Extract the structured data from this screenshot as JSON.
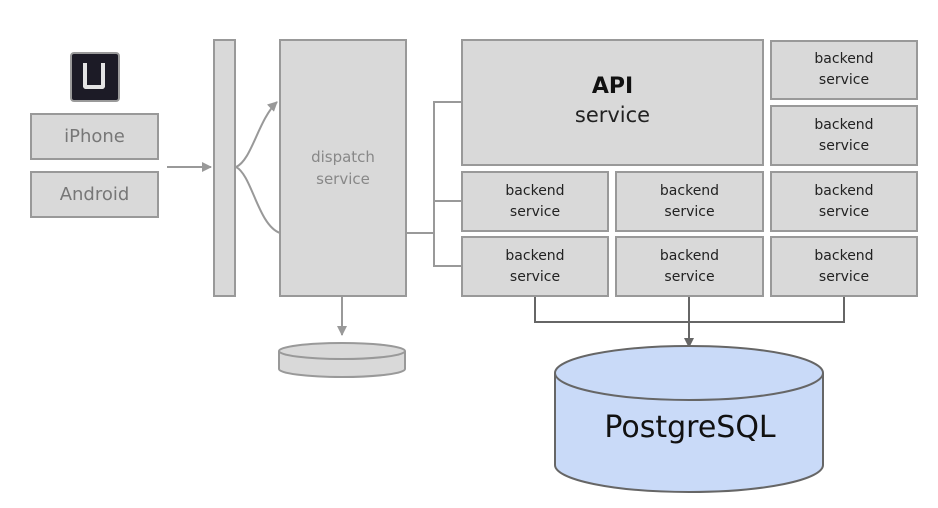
{
  "diagram": {
    "clients": [
      {
        "label": "iPhone"
      },
      {
        "label": "Android"
      }
    ],
    "logo": {
      "icon": "uber-logo-icon"
    },
    "dispatch": {
      "line1": "dispatch",
      "line2": "service"
    },
    "api": {
      "title": "API",
      "subtitle": "service"
    },
    "backends": [
      {
        "line1": "backend",
        "line2": "service"
      },
      {
        "line1": "backend",
        "line2": "service"
      },
      {
        "line1": "backend",
        "line2": "service"
      },
      {
        "line1": "backend",
        "line2": "service"
      },
      {
        "line1": "backend",
        "line2": "service"
      },
      {
        "line1": "backend",
        "line2": "service"
      },
      {
        "line1": "backend",
        "line2": "service"
      },
      {
        "line1": "backend",
        "line2": "service"
      }
    ],
    "database": {
      "label": "PostgreSQL"
    },
    "colors": {
      "box_fill": "#d9d9d9",
      "box_border": "#999999",
      "db_fill": "#c9daf8",
      "logo_bg": "#1c1b26"
    }
  }
}
